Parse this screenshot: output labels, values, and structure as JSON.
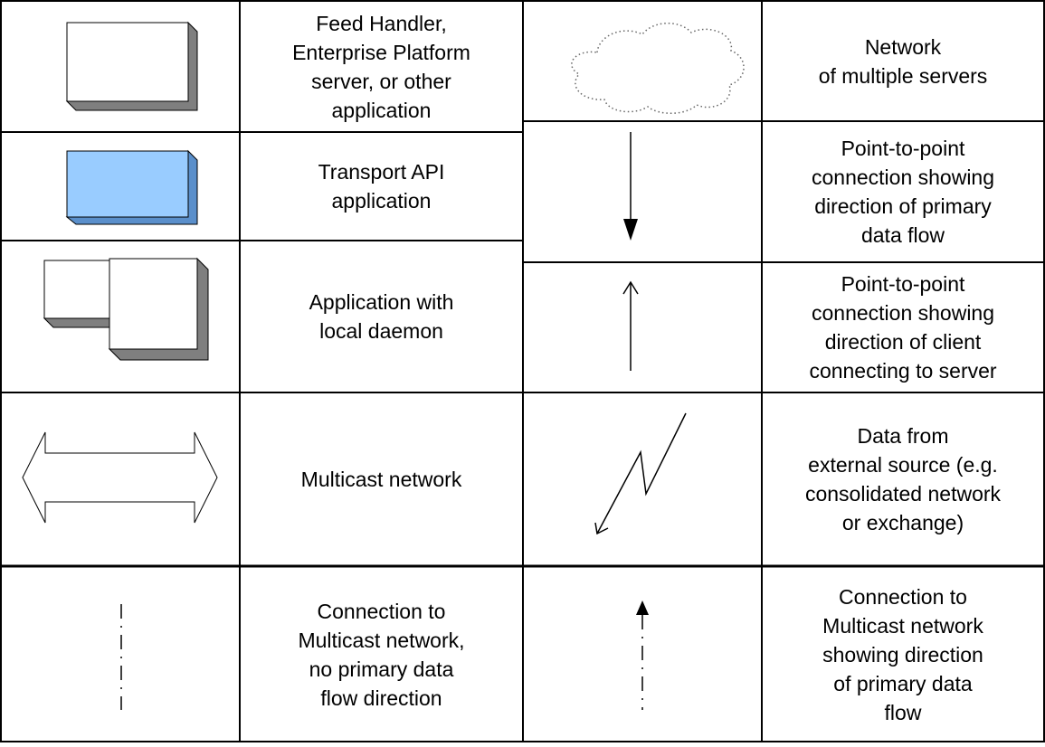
{
  "colors": {
    "border": "#000000",
    "box_fill": "#ffffff",
    "box_shadow": "#7f7f7f",
    "transport_fill": "#99ccff",
    "transport_shadow": "#5a8fcb",
    "cloud_outline": "#666666"
  },
  "legend": {
    "left": [
      {
        "icon": "application-box-icon",
        "label": "Feed Handler,\nEnterprise Platform\nserver, or other\napplication"
      },
      {
        "icon": "transport-api-box-icon",
        "label": "Transport API\napplication"
      },
      {
        "icon": "app-with-daemon-icon",
        "label": "Application with\nlocal daemon"
      },
      {
        "icon": "multicast-network-icon",
        "label": "Multicast network"
      },
      {
        "icon": "dash-dot-line-icon",
        "label": "Connection to\nMulticast network,\nno primary data\nflow direction"
      }
    ],
    "right": [
      {
        "icon": "cloud-icon",
        "label": "Network\nof multiple servers"
      },
      {
        "icon": "down-arrow-icon",
        "label": "Point-to-point\nconnection showing\ndirection of primary\ndata flow"
      },
      {
        "icon": "up-arrow-icon",
        "label": "Point-to-point\nconnection showing\ndirection of client\nconnecting to server"
      },
      {
        "icon": "lightning-arrow-icon",
        "label": "Data from\nexternal source (e.g.\nconsolidated network\nor exchange)"
      },
      {
        "icon": "dash-dot-arrow-icon",
        "label": "Connection to\nMulticast network\nshowing direction\nof primary data\nflow"
      }
    ]
  }
}
